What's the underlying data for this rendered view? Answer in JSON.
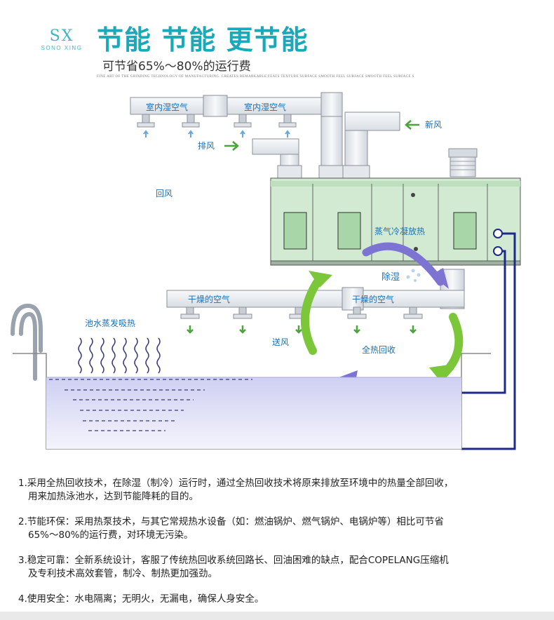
{
  "logo": {
    "mark": "SX",
    "sub": "SONO XING"
  },
  "header": {
    "title": "节能 节能 更节能",
    "subtitle": "可节省65%～80%的运行费",
    "tagline": "FINE ART OF THE GRINDING TECHNOLOGY OF MANUFACTURING. CREATES REMARKABLE FEATS TEXTURE SURFACE SMOOTH FEEL SURFACE SMOOTH FEEL SURFACE S"
  },
  "diagram": {
    "duct_indoor_1": "室内湿空气",
    "duct_indoor_2": "室内湿空气",
    "fresh_air": "新风",
    "exhaust_air": "排风",
    "return_air": "回风",
    "condense_heat": "蒸气冷凝放热",
    "dehumidify": "除湿",
    "dry_air_1": "干燥的空气",
    "dry_air_2": "干燥的空气",
    "pool_evap": "池水蒸发吸热",
    "supply_air": "送风",
    "heat_recovery": "全热回收"
  },
  "notes": [
    {
      "line1": "1.采用全热回收技术，在除湿（制冷）运行时，通过全热回收技术将原来排放至环境中的热量全部回收，",
      "line2": "用来加热泳池水，达到节能降耗的目的。"
    },
    {
      "line1": "2.节能环保：采用热泵技术，与其它常规热水设备（如：燃油锅炉、燃气锅炉、电锅炉等）相比可节省",
      "line2": "65%～80%的运行费，对环境无污染。"
    },
    {
      "line1": "3.稳定可靠：全新系统设计，客服了传统热回收系统回路长、回油困难的缺点，配合COPELANG压缩机",
      "line2": "及专利技术高效套管，制冷、制热更加强劲。"
    },
    {
      "line1": "4.使用安全：水电隔离；无明火，无漏电，确保人身安全。",
      "line2": ""
    }
  ],
  "colors": {
    "brand": "#1aa9b8",
    "duct_blue": "#1f6fb0",
    "unit_green": "#cfe8cf",
    "arrow_green": "#7cc63a",
    "arrow_purple": "#6b5fc9",
    "pool_water": "#d8d8f4"
  }
}
